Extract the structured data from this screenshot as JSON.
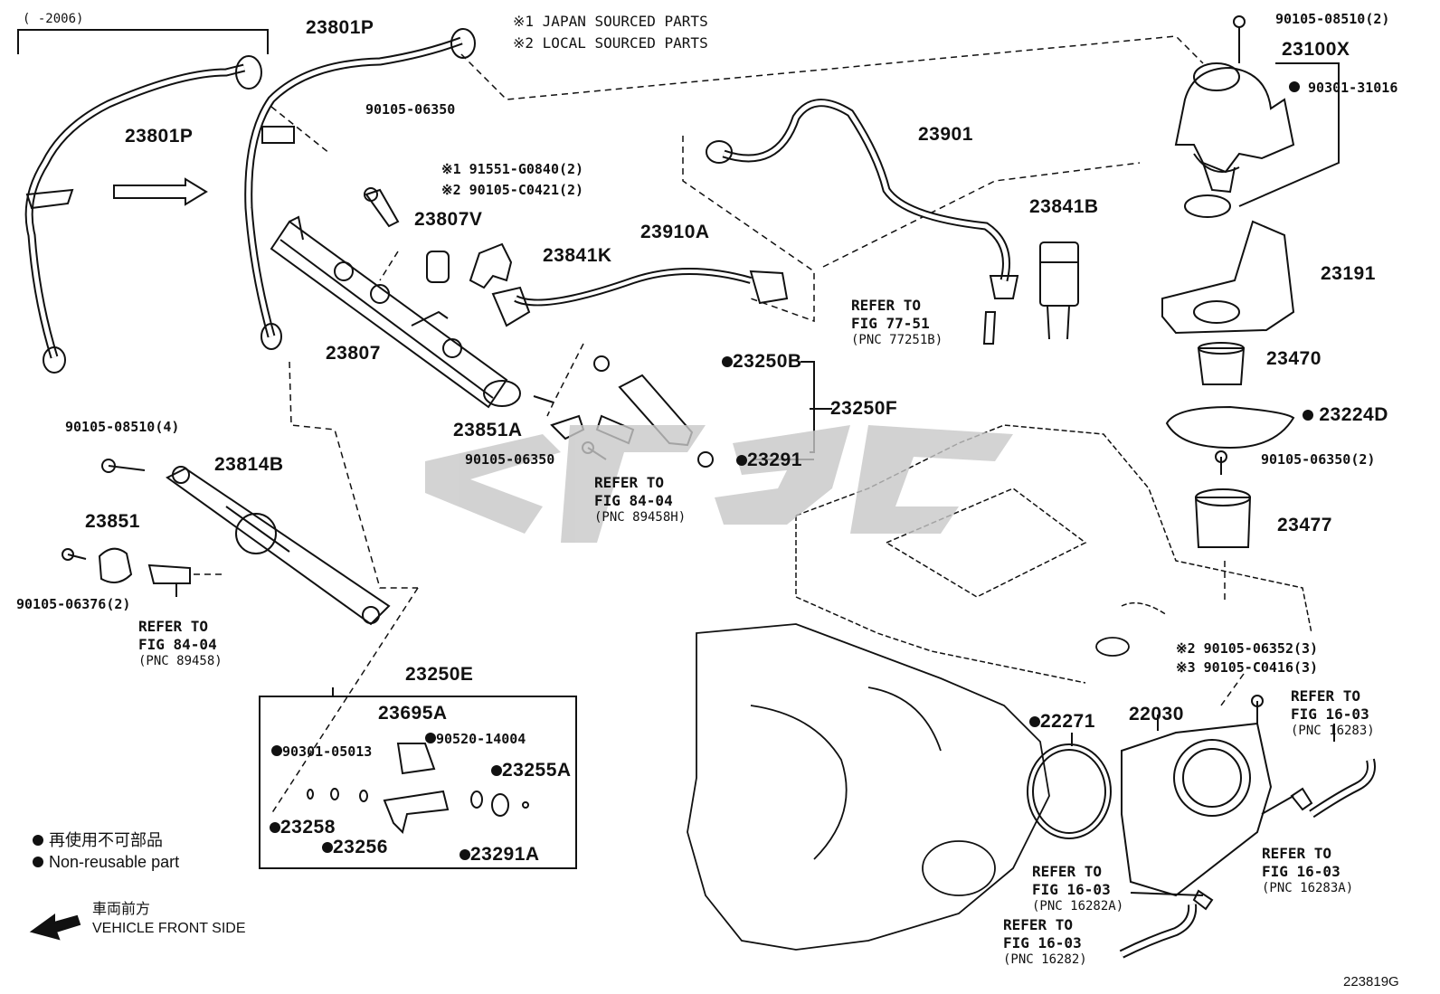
{
  "header": {
    "year_range": "(    -2006)"
  },
  "notes": [
    "※1 JAPAN SOURCED PARTS",
    "※2 LOCAL SOURCED PARTS"
  ],
  "parts": {
    "p23801p_a": "23801P",
    "p23801p_b": "23801P",
    "p90105_06350_a": "90105-06350",
    "p91551": "※1 91551-G0840(2)",
    "p90105_c0421": "※2 90105-C0421(2)",
    "p23807v": "23807V",
    "p23841k": "23841K",
    "p23910a": "23910A",
    "p23901": "23901",
    "p23841b": "23841B",
    "p23807": "23807",
    "p90105_08510_2": "90105-08510(2)",
    "p23100x": "23100X",
    "p90301_31016": "90301-31016",
    "p23191": "23191",
    "p23470": "23470",
    "p23224d": "23224D",
    "p90105_06350_2": "90105-06350(2)",
    "p23477": "23477",
    "p23250b": "23250B",
    "p23250f": "23250F",
    "p23851a": "23851A",
    "p90105_06350_b": "90105-06350",
    "p23291": "23291",
    "p90105_08510_4": "90105-08510(4)",
    "p23814b": "23814B",
    "p23851": "23851",
    "p90105_06376": "90105-06376(2)",
    "p23250e": "23250E",
    "p23695a": "23695A",
    "p90301_05013": "90301-05013",
    "p90520_14004": "90520-14004",
    "p23255a": "23255A",
    "p23258": "23258",
    "p23256": "23256",
    "p23291a": "23291A",
    "p22271": "22271",
    "p22030": "22030",
    "p90105_06352": "※2 90105-06352(3)",
    "p90105_c0416": "※3 90105-C0416(3)"
  },
  "refs": {
    "r77_51": {
      "line1": "REFER TO",
      "line2": "FIG 77-51",
      "pnc": "(PNC 77251B)"
    },
    "r84_04a": {
      "line1": "REFER TO",
      "line2": "FIG 84-04",
      "pnc": "(PNC 89458H)"
    },
    "r84_04b": {
      "line1": "REFER TO",
      "line2": "FIG 84-04",
      "pnc": "(PNC 89458)"
    },
    "r16_03a": {
      "line1": "REFER TO",
      "line2": "FIG 16-03",
      "pnc": "(PNC 16283)"
    },
    "r16_03b": {
      "line1": "REFER TO",
      "line2": "FIG 16-03",
      "pnc": "(PNC 16283A)"
    },
    "r16_03c": {
      "line1": "REFER TO",
      "line2": "FIG 16-03",
      "pnc": "(PNC 16282A)"
    },
    "r16_03d": {
      "line1": "REFER TO",
      "line2": "FIG 16-03",
      "pnc": "(PNC 16282)"
    }
  },
  "legend": {
    "jp": "再使用不可部品",
    "en": "Non-reusable part",
    "front_jp": "車両前方",
    "front_en": "VEHICLE FRONT SIDE"
  },
  "figure_code": "223819G",
  "watermark_color": "#c8c8c8"
}
